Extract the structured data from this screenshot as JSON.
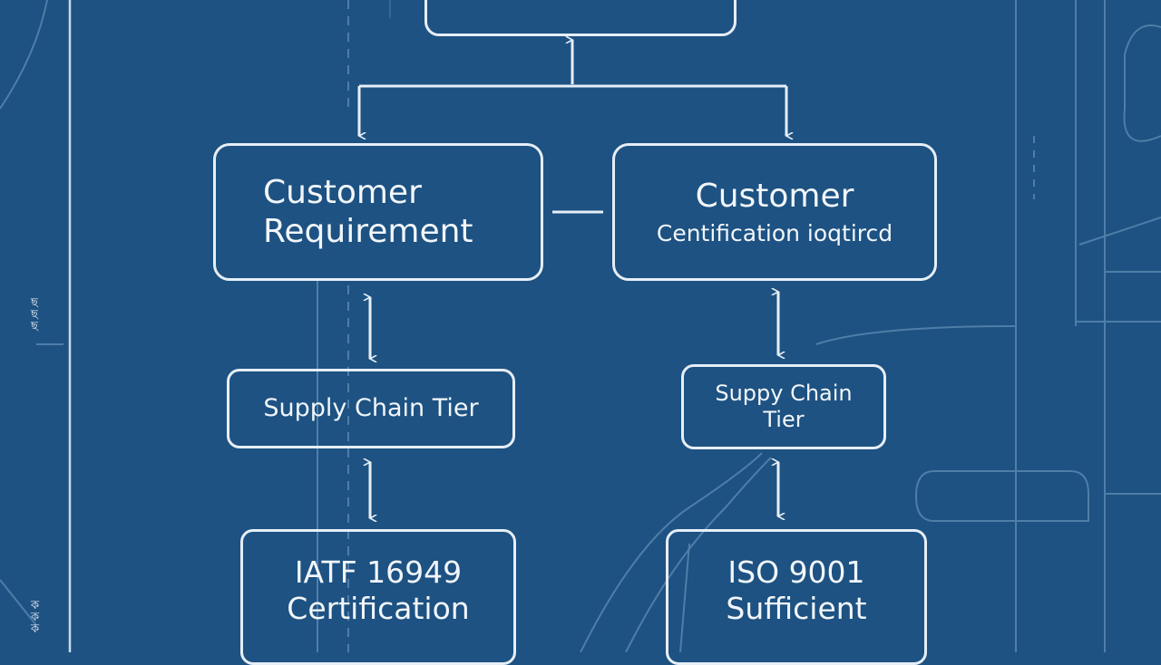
{
  "diagram": {
    "top_box": {
      "label": ""
    },
    "requirement_box": {
      "line1": "Customer",
      "line2": "Requirement"
    },
    "certification_box": {
      "line1": "Customer",
      "line2": "Centification ioqtircd"
    },
    "tier_left": {
      "label": "Supply Chain Tier"
    },
    "tier_right": {
      "line1": "Suppy Chain",
      "line2": "Tier"
    },
    "iatf_box": {
      "line1": "IATF 16949",
      "line2": "Certification"
    },
    "iso_box": {
      "line1": "ISO 9001",
      "line2": "Sufficient"
    }
  },
  "side_marks": {
    "upper": "ছ\nছ\nছ",
    "lower": "ক\nক\nক"
  },
  "colors": {
    "background": "#1d5282",
    "line": "#e6eef6",
    "faint_line": "#4f7ea8"
  }
}
